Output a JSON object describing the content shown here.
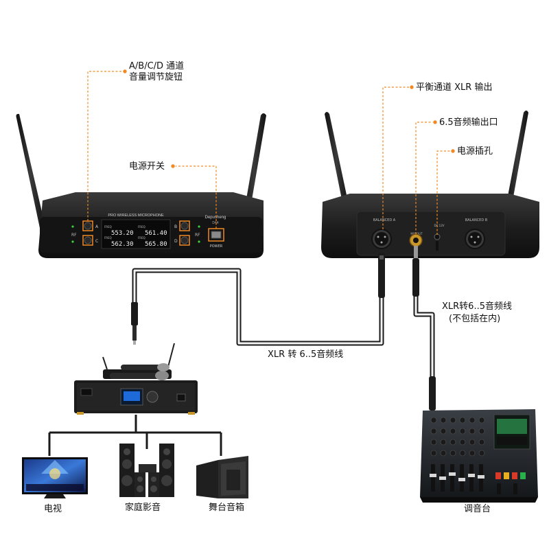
{
  "receiver_front": {
    "brand": "Depusheng",
    "model": "PRO WIRELESS MICROPHONE",
    "sub_model": "D44",
    "power_label": "POWER",
    "rf_label": "RF",
    "channels": [
      {
        "id": "A",
        "freq": "553.20",
        "prefix": "FREQ"
      },
      {
        "id": "B",
        "freq": "561.40",
        "prefix": "FREQ"
      },
      {
        "id": "C",
        "freq": "562.30",
        "prefix": "FREQ"
      },
      {
        "id": "D",
        "freq": "565.80",
        "prefix": "FREQ"
      }
    ]
  },
  "receiver_back": {
    "balanced_a": "BALANCED A",
    "balanced_b": "BALANCED B",
    "mix_out": "MIX OUT",
    "dc_label": "DC 12V"
  },
  "annotations": {
    "volume_knobs": [
      "A/B/C/D 通道",
      "音量调节旋钮"
    ],
    "power_switch": "电源开关",
    "xlr_output": "平衡通道 XLR 输出",
    "audio_out": "6.5音频输出口",
    "power_jack": "电源插孔",
    "cable_right": [
      "XLR转6..5音频线",
      "(不包括在内)"
    ],
    "cable_bottom": "XLR 转 6..5音频线"
  },
  "devices": {
    "tv": "电视",
    "home_theater": "家庭影音",
    "stage_speaker": "舞台音箱",
    "mixer": "调音台"
  },
  "colors": {
    "callout": "#f08a24",
    "body": "#1e1e1e",
    "cable": "#1a1a1a"
  }
}
